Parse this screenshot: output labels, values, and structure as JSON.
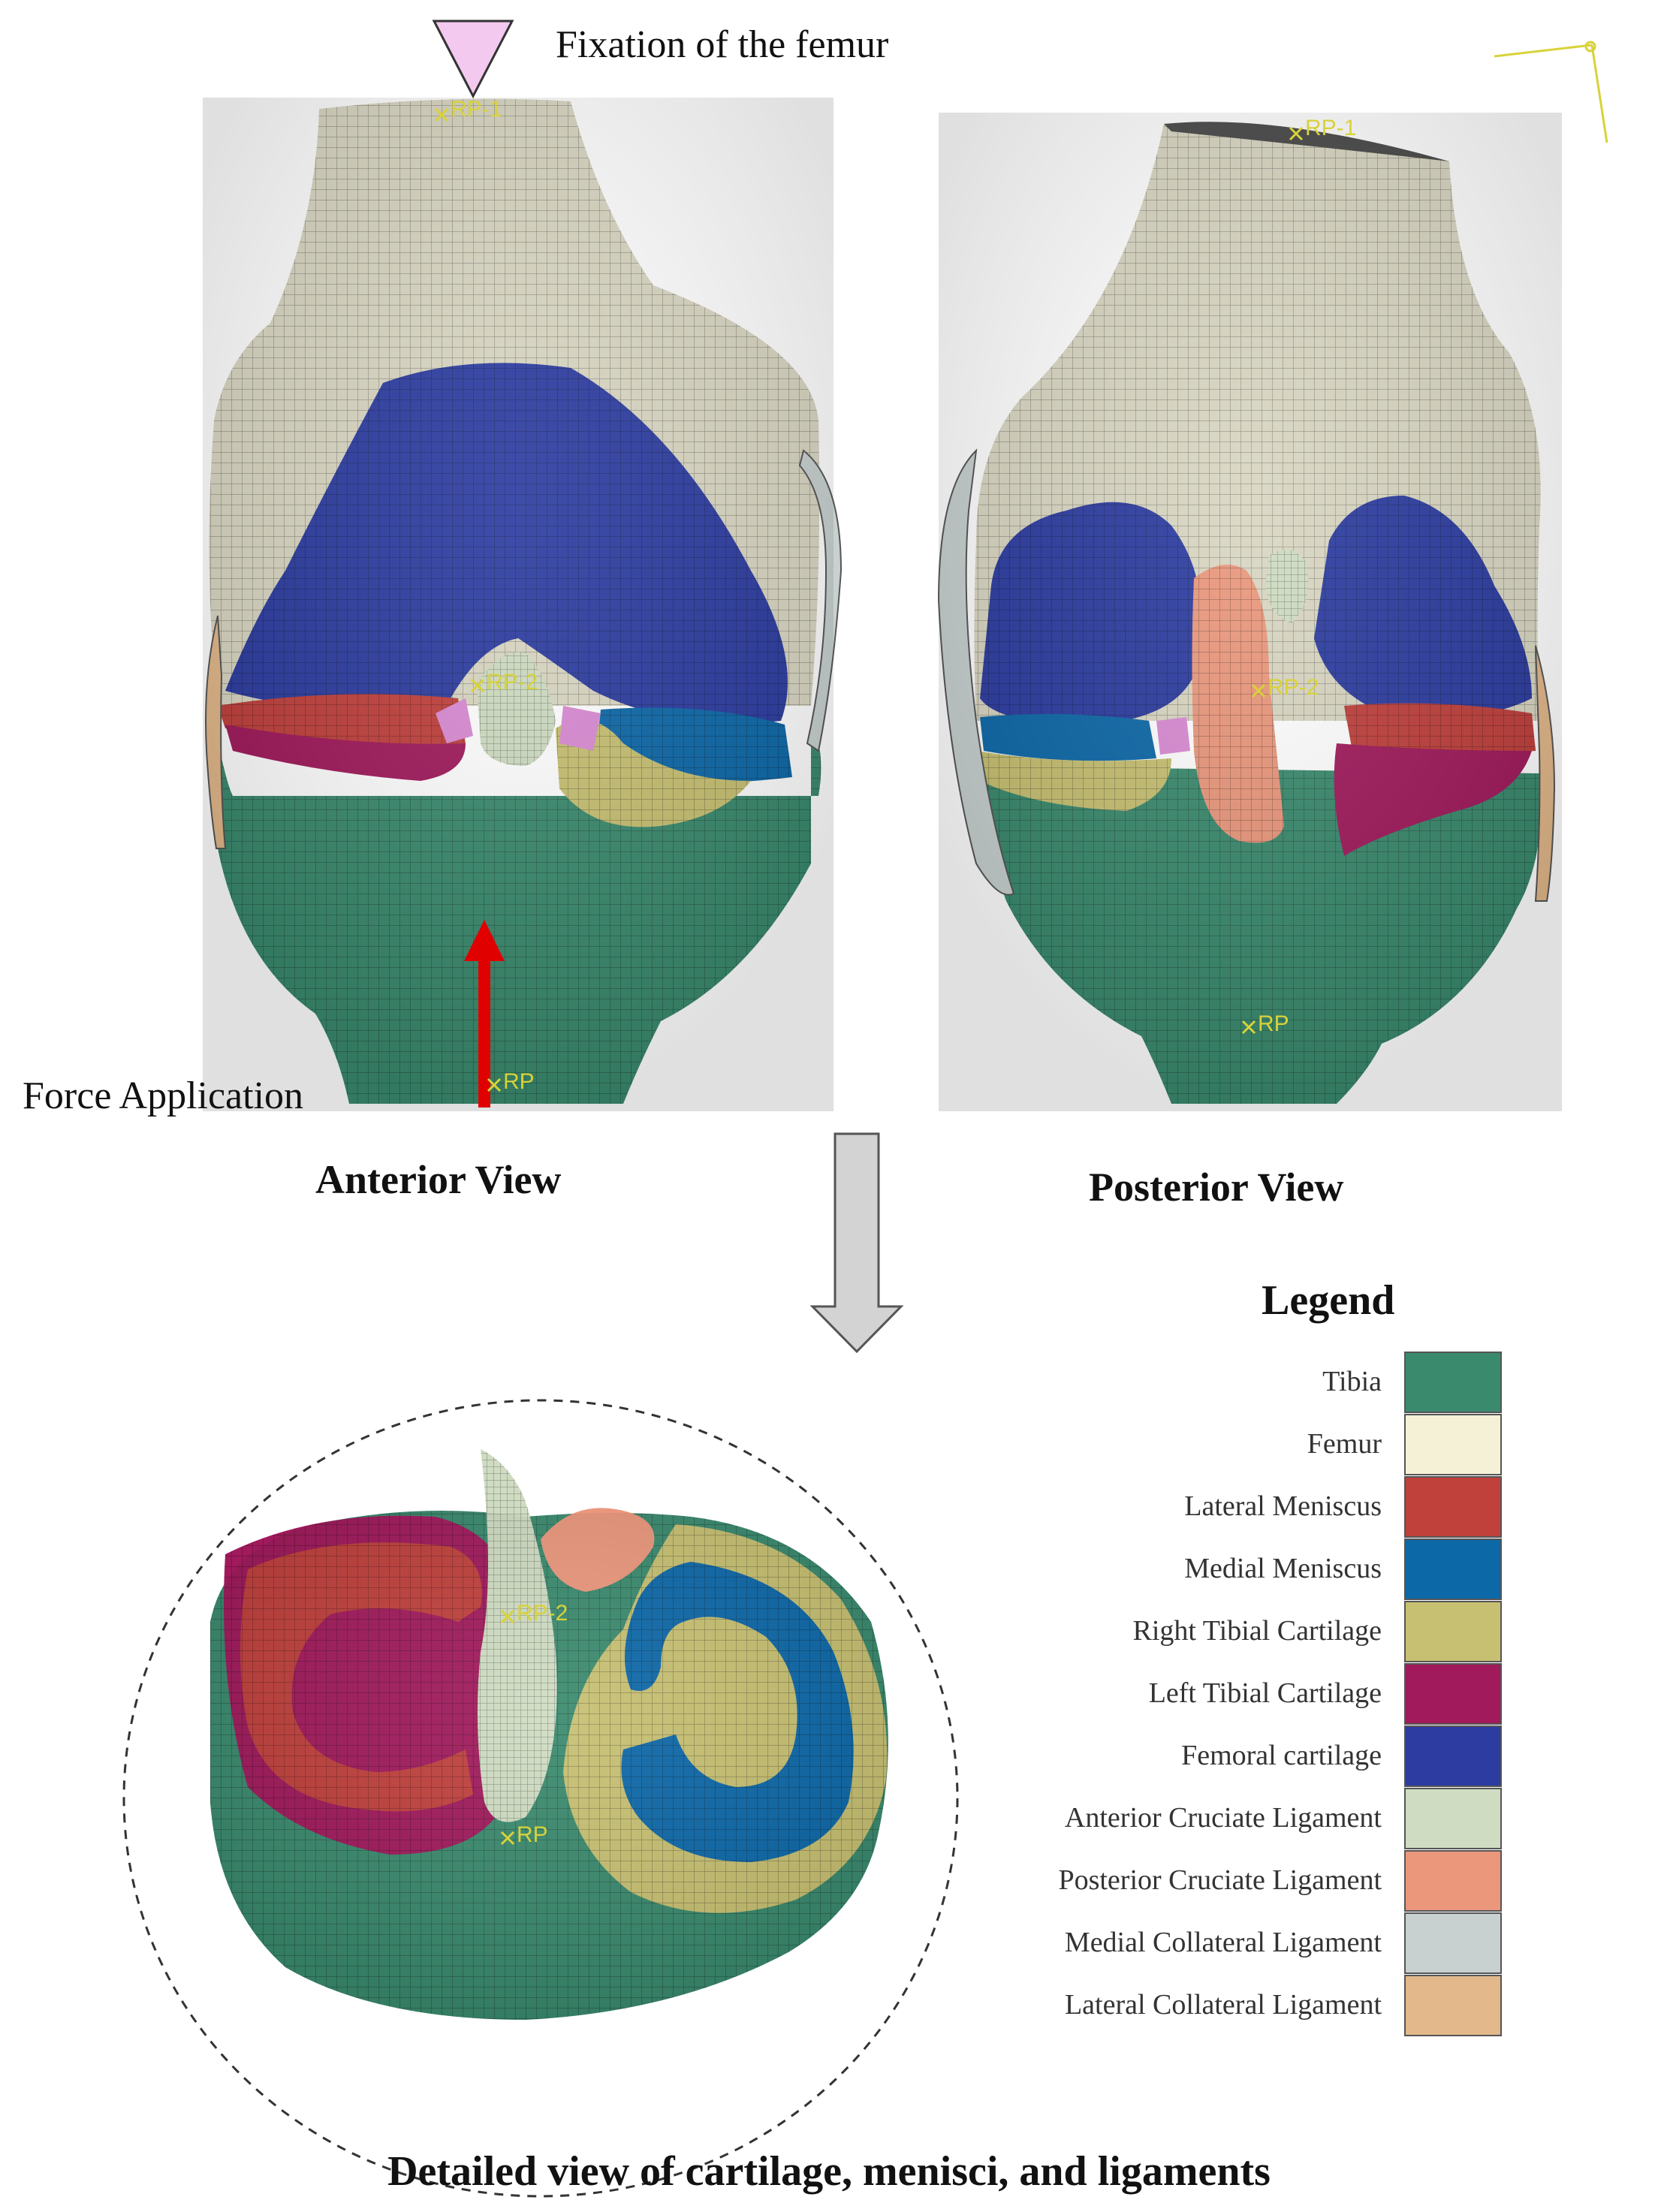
{
  "labels": {
    "fixation": "Fixation of the femur",
    "force": "Force Application",
    "anterior_view": "Anterior View",
    "posterior_view": "Posterior View",
    "legend_title": "Legend",
    "caption": "Detailed view of cartilage, menisci, and ligaments"
  },
  "markers": {
    "rp1": "RP-1",
    "rp2": "RP-2",
    "rp": "RP"
  },
  "legend": [
    {
      "label": "Tibia",
      "color": "#3a8a6e"
    },
    {
      "label": "Femur",
      "color": "#f4f1d7"
    },
    {
      "label": "Lateral Meniscus",
      "color": "#c0403c"
    },
    {
      "label": "Medial Meniscus",
      "color": "#0d68a8"
    },
    {
      "label": "Right Tibial Cartilage",
      "color": "#c7c072"
    },
    {
      "label": "Left Tibial Cartilage",
      "color": "#a01a5c"
    },
    {
      "label": "Femoral cartilage",
      "color": "#2c3ca0"
    },
    {
      "label": "Anterior Cruciate Ligament",
      "color": "#cfdcc2"
    },
    {
      "label": "Posterior Cruciate Ligament",
      "color": "#ea977c"
    },
    {
      "label": "Medial Collateral Ligament",
      "color": "#c8d0d0"
    },
    {
      "label": "Lateral Collateral Ligament",
      "color": "#e3b88a"
    }
  ]
}
